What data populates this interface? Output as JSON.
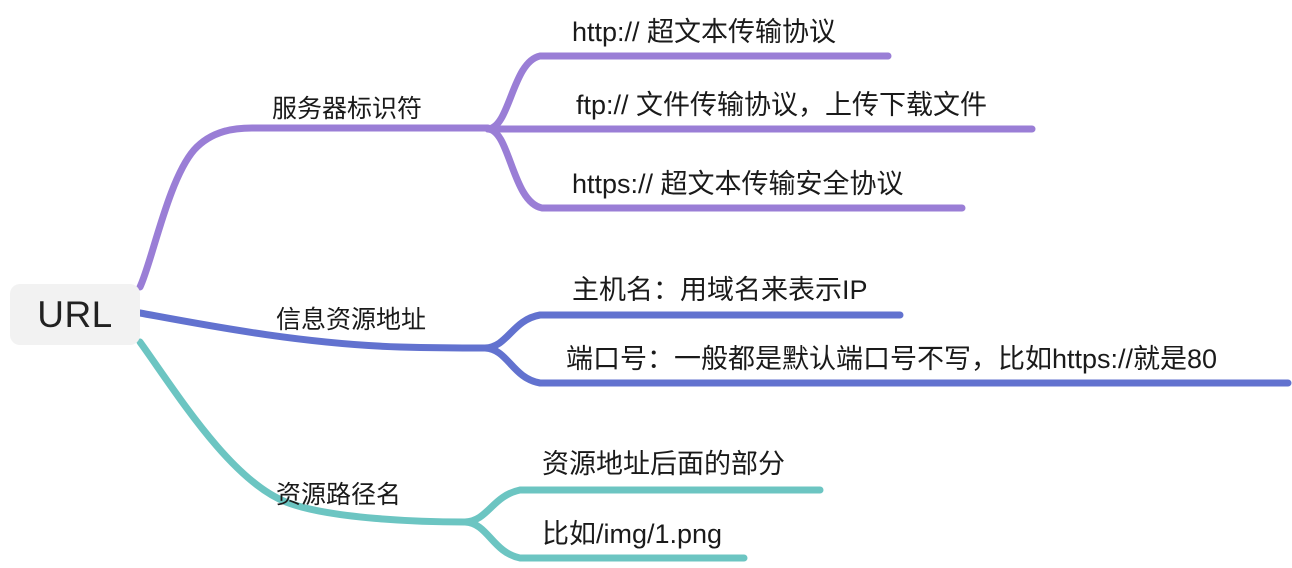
{
  "diagram": {
    "type": "mind-map",
    "title": "URL",
    "root": {
      "label": "URL",
      "box_color": "#f2f2f2",
      "text_color": "#222222"
    },
    "branches": [
      {
        "label": "服务器标识符",
        "color": "#9a7ed6",
        "leaves": [
          {
            "label": "http:// 超文本传输协议"
          },
          {
            "label": "ftp:// 文件传输协议，上传下载文件"
          },
          {
            "label": "https:// 超文本传输安全协议"
          }
        ]
      },
      {
        "label": "信息资源地址",
        "color": "#6272cf",
        "leaves": [
          {
            "label": "主机名：用域名来表示IP"
          },
          {
            "label": "端口号：一般都是默认端口号不写，比如https://就是80"
          }
        ]
      },
      {
        "label": "资源路径名",
        "color": "#6cc5c2",
        "leaves": [
          {
            "label": "资源地址后面的部分"
          },
          {
            "label": "比如/img/1.png"
          }
        ]
      }
    ]
  }
}
